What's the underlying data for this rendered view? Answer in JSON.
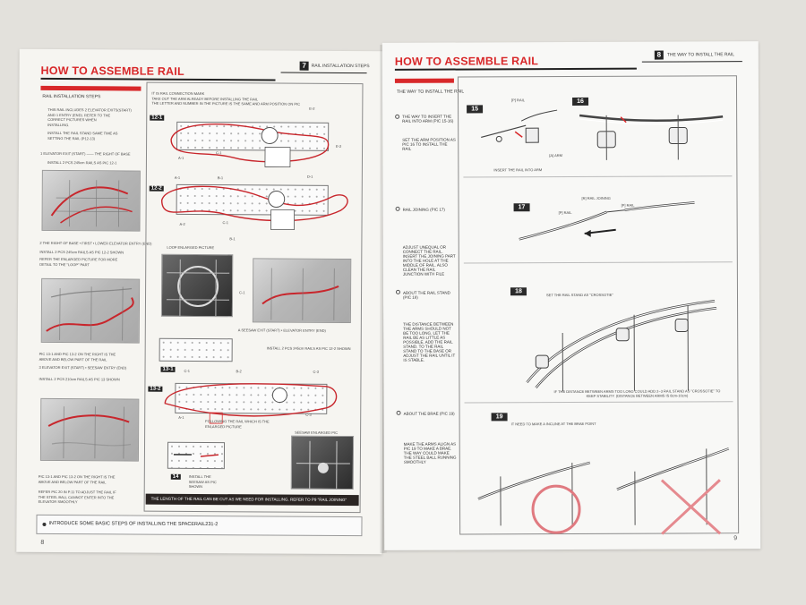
{
  "left_page": {
    "title": "HOW TO ASSEMBLE RAIL",
    "section_number": "7",
    "section_label": "RAIL INSTALLATION STEPS",
    "subheading": "RAIL INSTALLATION STEPS",
    "intro_lines": [
      "THIS RAIL INCLUDES 2 ELEVATOR EXITS(START)",
      "AND 1 ENTRY (END). REFER TO THE",
      "CORRECT PICTURES WHEN",
      "INSTALLING.",
      "INSTALL THE RAIL STAND SAME TIME AS",
      "SETTING THE RAIL (P12-13)"
    ],
    "step_lines_1": "1 ELEVATOR EXIT (START) —— THE RIGHT OF BASE",
    "step_lines_2": "INSTALL 2 PCS 245cm RAILS AS PIC 12-1",
    "caption_enlarged": "LOOP ENLARGED PICTURE",
    "caption_seesaw": "A SEESAW EXIT (START) • ELEVATOR ENTRY (END)",
    "caption_install_2pcs": "INSTALL 2 PCS 245cm RAILS AS PIC 12-2 SHOWN",
    "caption_following": "FOLLOWING THE RAIL WHICH IS THE ENLARGED PICTURE",
    "board_labels": [
      "12-1",
      "12-2",
      "13-1",
      "13-2",
      "14"
    ],
    "point_labels": [
      "A-1",
      "A-2",
      "B-1",
      "B-2",
      "C-1",
      "C-2",
      "C-3",
      "D-1",
      "D-2",
      "E-2"
    ],
    "side_notes": [
      "2 THE RIGHT OF BASE • FIRST • LOWER ELEVATOR ENTRY (END)",
      "INSTALL 2 PCS 245cm RAILS AS PIC 12-2 SHOWN",
      "REFER THE ENLARGED PICTURE FOR MORE",
      "DETAIL TO THE \"LOOP\" PART",
      "PIC 13-1 AND PIC 13-2 ON THE RIGHT IS THE",
      "ABOVE AND BELOW PART OF THE RAIL",
      "3 ELEVATOR EXIT (START) • SEESAW ENTRY (END)",
      "INSTALL 2 PCS 210cm RAILS AS PIC 13 SHOWN",
      "PIC 13-1 AND PIC 13-2 ON THE RIGHT IS THE",
      "ABOVE AND BELOW PART OF THE RAIL",
      "REFER PIC 20 IN P.11 TO ADJUST THE RAIL IF",
      "THE STEEL BALL CANNOT ENTER INTO THE",
      "ELEVATOR SMOOTHLY"
    ],
    "seesaw_label": "SEESAW ENLARGED PIC",
    "install_seesaw": "INSTALL THE SEESAW AS PIC SHOWN",
    "banner_text": "THE LENGTH OF THE RAIL CAN BE CUT AS WE NEED FOR INSTALLING. REFER TO P9 \"RAIL JOINING\"",
    "footer_text": "INTRODUCE SOME BASIC STEPS OF INSTALLING THE SPACERAIL231-2",
    "page_number": "8"
  },
  "right_page": {
    "title": "HOW TO ASSEMBLE RAIL",
    "section_number": "8",
    "section_label": "THE WAY TO INSTALL THE RAIL",
    "subheading": "THE WAY TO INSTALL THE RAIL",
    "left_items": [
      {
        "heading": "THE WAY TO INSERT THE RAIL INTO ARM (PIC 15-16)",
        "body": "SET THE ARM POSITION AS PIC 16 TO INSTALL THE RAIL"
      },
      {
        "heading": "RAIL JOINING (PIC 17)",
        "body": "ADJUST UNEQUAL OR CONNECT THE RAIL. INSERT THE JOINING PART INTO THE HOLE AT THE MIDDLE OF RAIL. ALSO CLEAN THE RAIL JUNCTION WITH FILE"
      },
      {
        "heading": "ABOUT THE RAIL STAND (PIC 18)",
        "body": "THE DISTANCE BETWEEN THE ARMS SHOULD NOT BE TOO LONG. LET THE RAIL BE AS LITTLE AS POSSIBLE. ADD THE RAIL STAND. TO THE RAIL STAND TO THE BASE OR ADJUST THE RAIL UNTIL IT IS STABLE."
      },
      {
        "heading": "ABOUT THE BRAE (PIC 19)",
        "body": "MAKE THE ARMS ALIGN AS PIC 19 TO MAKE A BRAE. THE WAY COULD MAKE THE STEEL BALL RUNNING SMOOTHLY"
      }
    ],
    "steps": [
      {
        "num": "15",
        "labels": [
          "[P] RAIL",
          "[A] ARM"
        ],
        "caption": "INSERT THE RAIL INTO ARM"
      },
      {
        "num": "16",
        "labels": [],
        "caption": ""
      },
      {
        "num": "17",
        "labels": [
          "[R] RAIL JOINING",
          "[P] RAIL",
          "[P] RAIL"
        ],
        "caption": ""
      },
      {
        "num": "18",
        "labels": [
          "SET THE RAIL STAND AS \"CROSSOTIE\""
        ],
        "caption": "IF THE DISTANCE BETWEEN ARMS TOO LONG COULD ADD 2~3 RAIL STAND AS \"CROSSOTIE\" TO KEEP STABILITY. (DISTANCE BETWEEN ARMS IS 8cm-10cm)"
      },
      {
        "num": "19",
        "labels": [
          "IT NEED TO MAKE A INCLINE AT THE BRAE POINT"
        ],
        "caption": ""
      }
    ],
    "page_number": "9"
  },
  "colors": {
    "title_red": "#d8282a",
    "rail_red": "#c8262c",
    "paper": "#f6f5f1",
    "background": "#e3e1dc",
    "correct_circle": "#e07a80",
    "wrong_cross": "#e58a8f"
  }
}
